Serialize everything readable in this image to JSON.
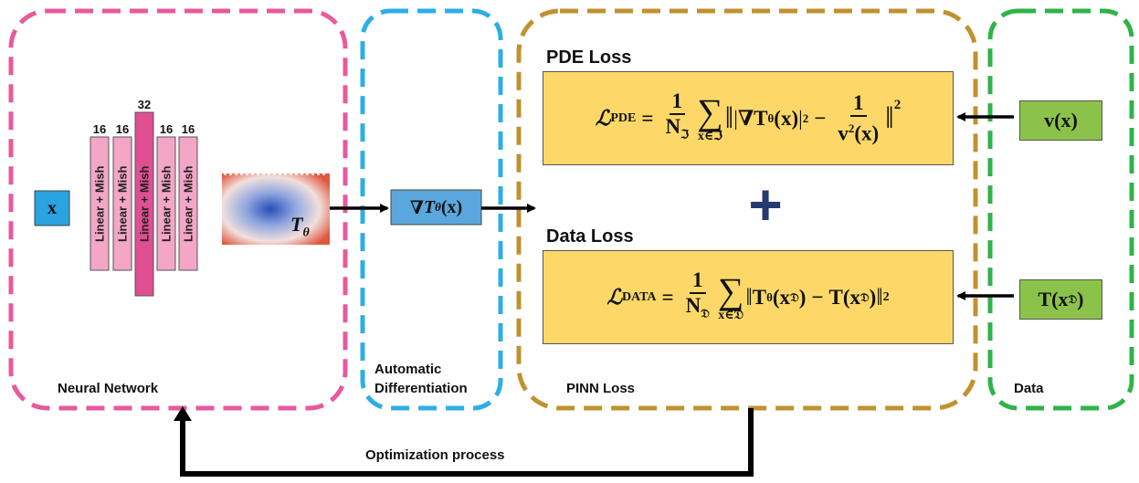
{
  "groups": {
    "neural_network": "Neural Network",
    "autodiff_line1": "Automatic",
    "autodiff_line2": "Differentiation",
    "pinn_loss": "PINN Loss",
    "data": "Data"
  },
  "network": {
    "input": "x",
    "layers": [
      {
        "size": "16",
        "label": "Linear + Mish"
      },
      {
        "size": "16",
        "label": "Linear + Mish"
      },
      {
        "size": "32",
        "label": "Linear + Mish"
      },
      {
        "size": "16",
        "label": "Linear + Mish"
      },
      {
        "size": "16",
        "label": "Linear + Mish"
      }
    ],
    "output": "T",
    "output_sub": "θ"
  },
  "gradient": {
    "nabla": "∇",
    "T": "T",
    "sub": "θ",
    "arg": "(x)"
  },
  "pde_loss": {
    "title": "PDE Loss",
    "L": "ℒ",
    "L_sub": "PDE",
    "eq": "=",
    "frac_num": "1",
    "frac_den": "N",
    "frac_den_sub": "ℑ",
    "sum_symbol": "∑",
    "sum_under": "x∈ℑ",
    "open_norm": "‖",
    "inner_bar_l": "|",
    "grad_T": "∇T",
    "grad_sub": "θ",
    "grad_arg": "(x)",
    "inner_bar_r": "|",
    "sq": "2",
    "minus": "−",
    "frac2_num": "1",
    "frac2_den": "v",
    "frac2_den_sup": "2",
    "frac2_den_arg": "(x)",
    "close_norm": "‖",
    "outer_sq": "2"
  },
  "plus": "+",
  "data_loss": {
    "title": "Data Loss",
    "L": "ℒ",
    "L_sub": "DATA",
    "eq": "=",
    "frac_num": "1",
    "frac_den": "N",
    "frac_den_sub": "𝔇",
    "sum_symbol": "∑",
    "sum_under": "x∈𝔇",
    "open_norm": "‖",
    "T1": "T",
    "T1_sub": "θ",
    "T1_arg_open": "(x",
    "T1_arg_sub": "𝔇",
    "T1_arg_close": ")",
    "minus": "−",
    "T2": "T(x",
    "T2_sub": "𝔇",
    "T2_close": ")",
    "close_norm": "‖",
    "sq": "2"
  },
  "inputs": {
    "v_main": "v(x)",
    "T_main": "T(x",
    "T_sub": "𝔇",
    "T_close": ")"
  },
  "optimization": "Optimization process",
  "colors": {
    "nn_border": "#e75a9c",
    "ad_border": "#2eaee8",
    "pinn_border": "#bf9230",
    "data_border": "#2fb34a",
    "x_box": "#2aa3de",
    "grad_box": "#5aa7dd",
    "layer_light": "#f3a6c6",
    "layer_dark": "#e04f91",
    "formula_bg": "#fdd868",
    "data_box": "#8bc34a",
    "plus": "#243a70"
  }
}
